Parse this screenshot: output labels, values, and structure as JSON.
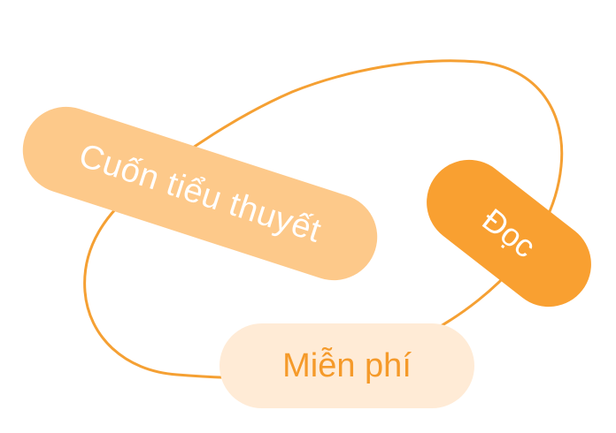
{
  "colors": {
    "outline": "#F5A033",
    "novel_bg": "#FDC98A",
    "novel_text": "#FFFFFF",
    "read_bg": "#F9A031",
    "read_text": "#FFFFFF",
    "free_bg": "#FFEBD6",
    "free_text": "#F59A2A"
  },
  "pills": {
    "novel": "Cuốn tiểu thuyết",
    "read": "Đọc",
    "free": "Miễn phí"
  }
}
